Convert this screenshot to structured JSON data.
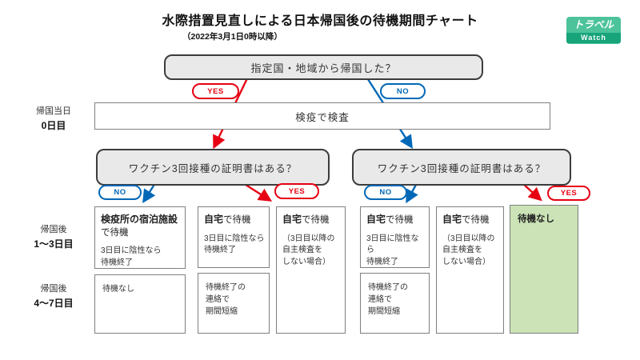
{
  "header": {
    "title": "水際措置見直しによる日本帰国後の待機期間チャート",
    "subtitle": "（2022年3月1日0時以降）",
    "logo_line1": "トラベル",
    "logo_line2": "Watch"
  },
  "colors": {
    "yes_red": "#e60012",
    "no_blue": "#0068b7",
    "no_wait_green": "#cbe3b6",
    "question_fill": "#e9e9e9",
    "logo_green": "#4cc39b",
    "logo_band": "#17a47b"
  },
  "branch_labels": {
    "yes": "YES",
    "no": "NO"
  },
  "timeline": {
    "day0": {
      "line1": "帰国当日",
      "line2": "0日目"
    },
    "day1_3": {
      "line1": "帰国後",
      "line2": "1～3日目"
    },
    "day4_7": {
      "line1": "帰国後",
      "line2": "4～7日目"
    }
  },
  "nodes": {
    "q_designated": "指定国・地域から帰国した？",
    "quarantine_test": "検疫で検査",
    "q_vaccine_left": "ワクチン3回接種の証明書はある？",
    "q_vaccine_right": "ワクチン3回接種の証明書はある？",
    "facility_wait": {
      "title_bold": "検疫所の宿泊施設",
      "title_rest": "で待機",
      "note": "3日目に陰性なら\n待機終了"
    },
    "facility_day4_7": "待機なし",
    "home_wait_test_left": {
      "title_bold": "自宅",
      "title_rest": "で待機",
      "note": "3日目に陰性なら\n待機終了"
    },
    "home_day4_7_left": "待機終了の\n連絡で\n期間短縮",
    "home_wait_notest_left": {
      "title_bold": "自宅",
      "title_rest": "で待機",
      "note": "（3日目以降の\n自主検査を\nしない場合）"
    },
    "home_wait_test_right": {
      "title_bold": "自宅",
      "title_rest": "で待機",
      "note": "3日目に陰性なら\n待機終了"
    },
    "home_day4_7_right": "待機終了の\n連絡で\n期間短縮",
    "home_wait_notest_right": {
      "title_bold": "自宅",
      "title_rest": "で待機",
      "note": "（3日目以降の\n自主検査を\nしない場合）"
    },
    "no_wait": "待機なし"
  }
}
